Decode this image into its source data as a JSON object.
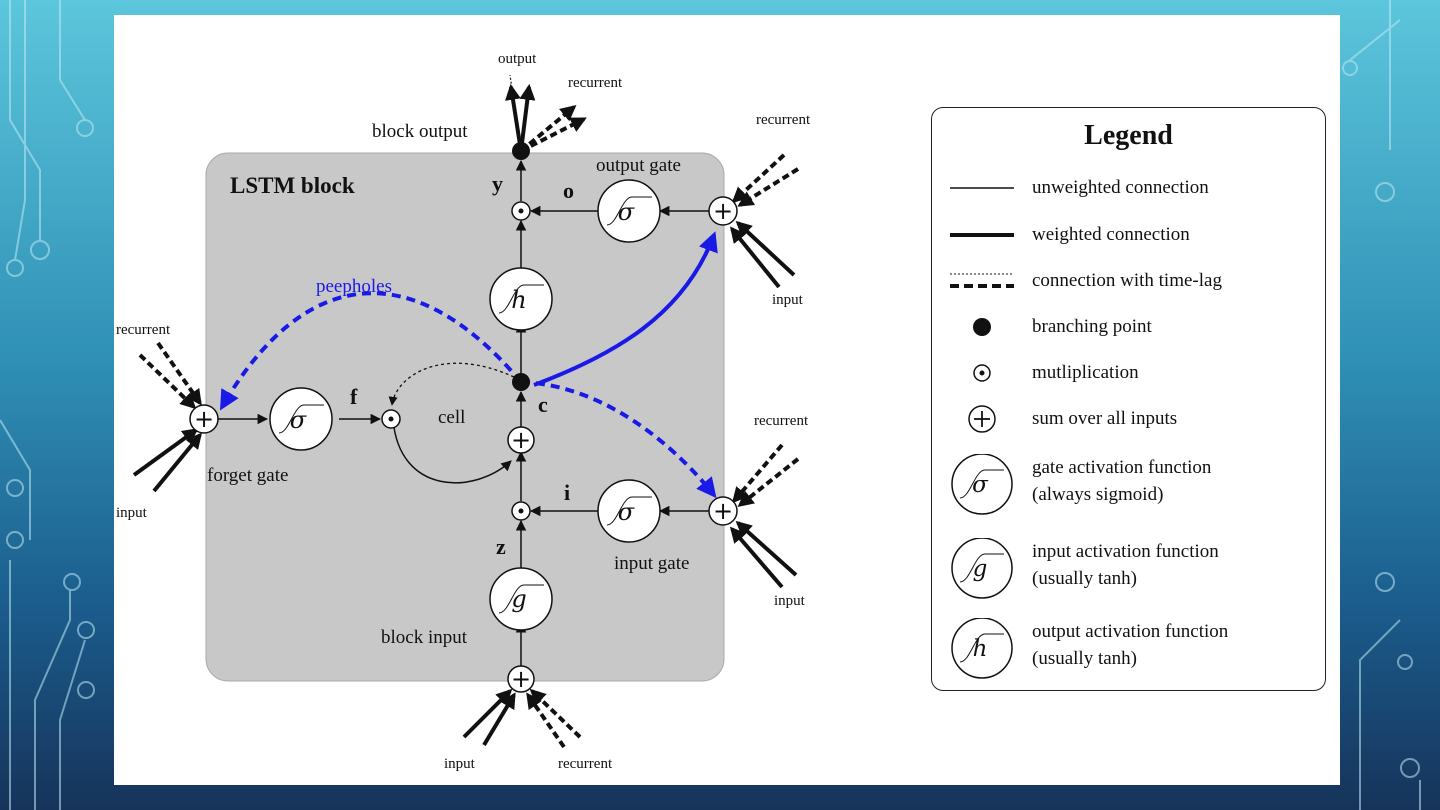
{
  "diagram": {
    "block_title": "LSTM block",
    "peepholes": "peepholes",
    "block_output": "block output",
    "output": "output",
    "recurrent": "recurrent",
    "input": "input",
    "output_gate": "output gate",
    "forget_gate": "forget gate",
    "input_gate": "input gate",
    "block_input": "block input",
    "cell": "cell",
    "var_y": "y",
    "var_o": "o",
    "var_f": "f",
    "var_c": "c",
    "var_i": "i",
    "var_z": "z",
    "sym_sigma": "σ",
    "sym_g": "g",
    "sym_h": "h",
    "sym_plus": "+"
  },
  "legend": {
    "title": "Legend",
    "items": [
      {
        "label": "unweighted connection"
      },
      {
        "label": "weighted connection"
      },
      {
        "label": "connection with time-lag"
      },
      {
        "label": "branching point"
      },
      {
        "label": "mutliplication"
      },
      {
        "label": "sum over all inputs"
      },
      {
        "label": "gate activation function\n(always sigmoid)"
      },
      {
        "label": "input activation function\n(usually tanh)"
      },
      {
        "label": "output activation function\n(usually tanh)"
      }
    ]
  },
  "colors": {
    "block_fill": "#c8c8c8",
    "peephole_blue": "#1a1ae6",
    "ink": "#111111"
  }
}
